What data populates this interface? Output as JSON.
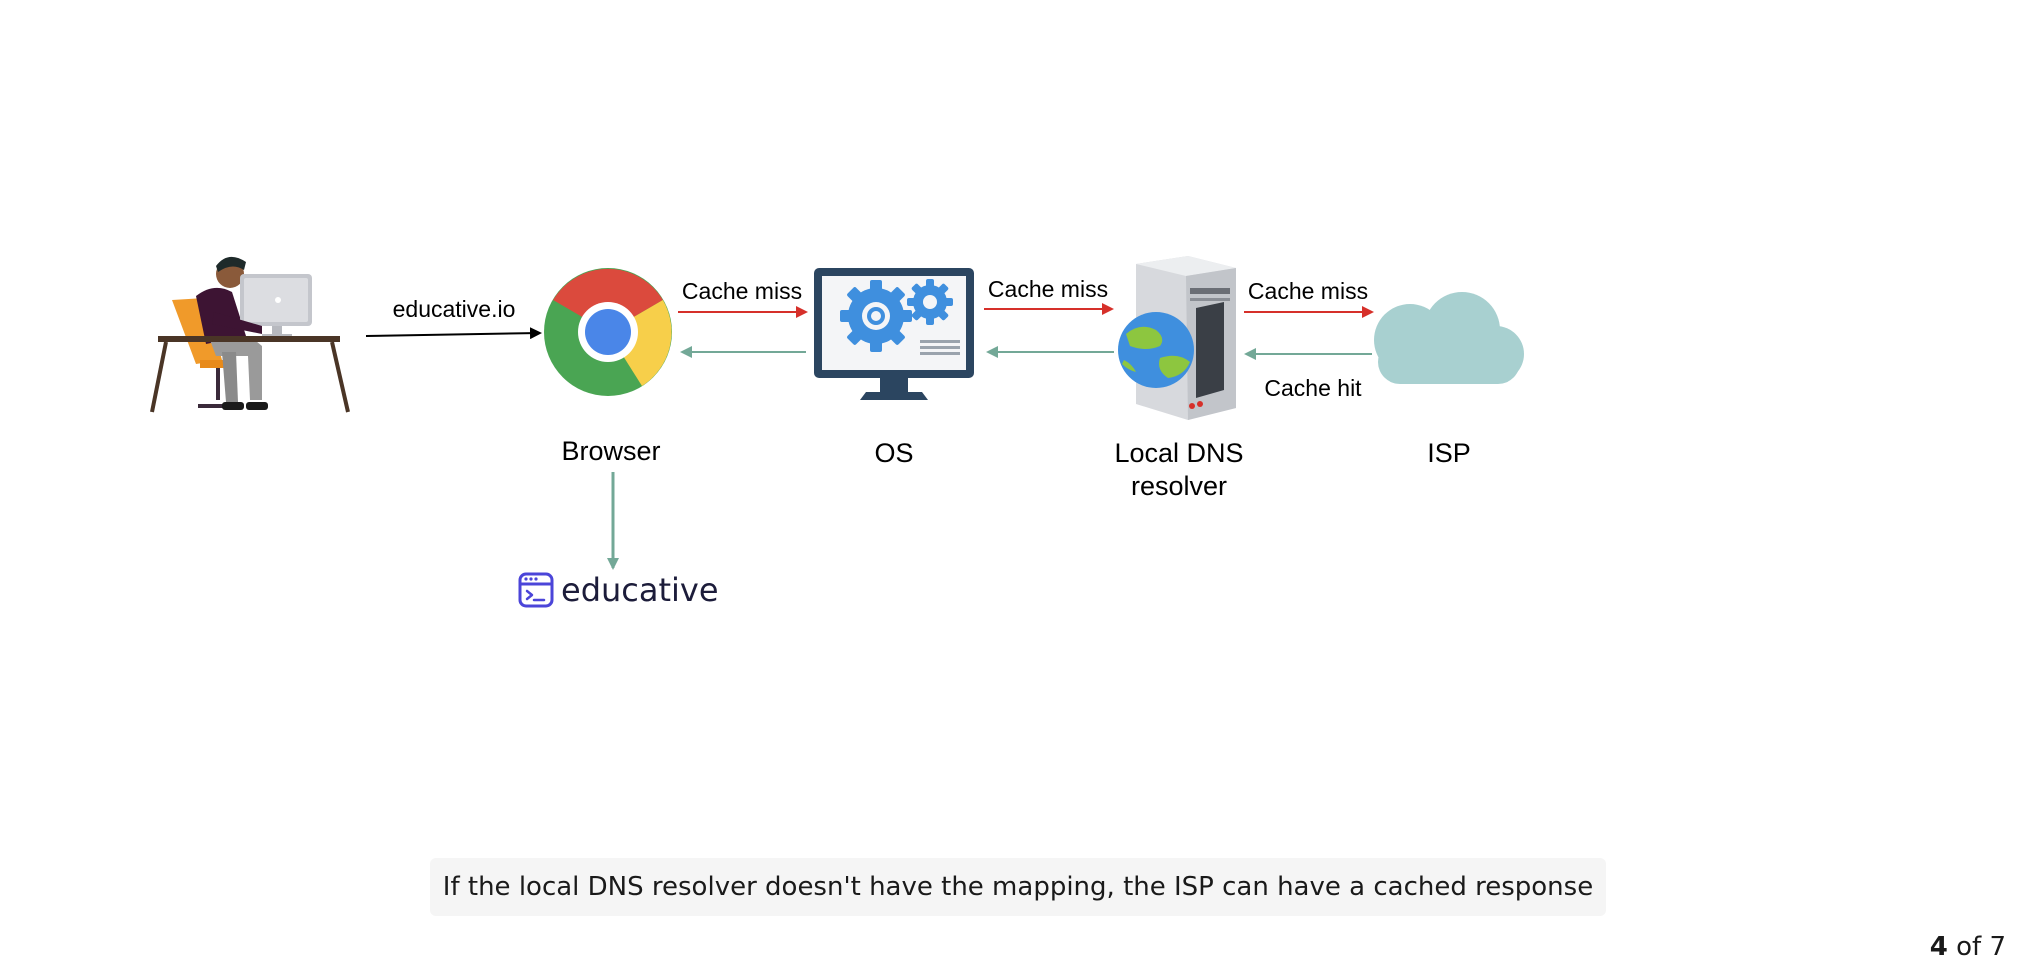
{
  "nodes": {
    "browser": "Browser",
    "os": "OS",
    "resolver_line1": "Local DNS",
    "resolver_line2": "resolver",
    "isp": "ISP"
  },
  "edges": {
    "user_to_browser": "educative.io",
    "browser_to_os": "Cache miss",
    "os_to_resolver": "Cache miss",
    "resolver_to_isp": "Cache miss",
    "isp_to_resolver": "Cache hit"
  },
  "logo": {
    "text": "educative"
  },
  "caption": "If the local DNS resolver doesn't have the mapping, the ISP can have a cached response",
  "pager": {
    "current": "4",
    "separator": "of",
    "total": "7"
  },
  "colors": {
    "request_arrow": "#d6302a",
    "response_arrow": "#73a897",
    "user_arrow": "#000000",
    "logo": "#4b45d9"
  }
}
